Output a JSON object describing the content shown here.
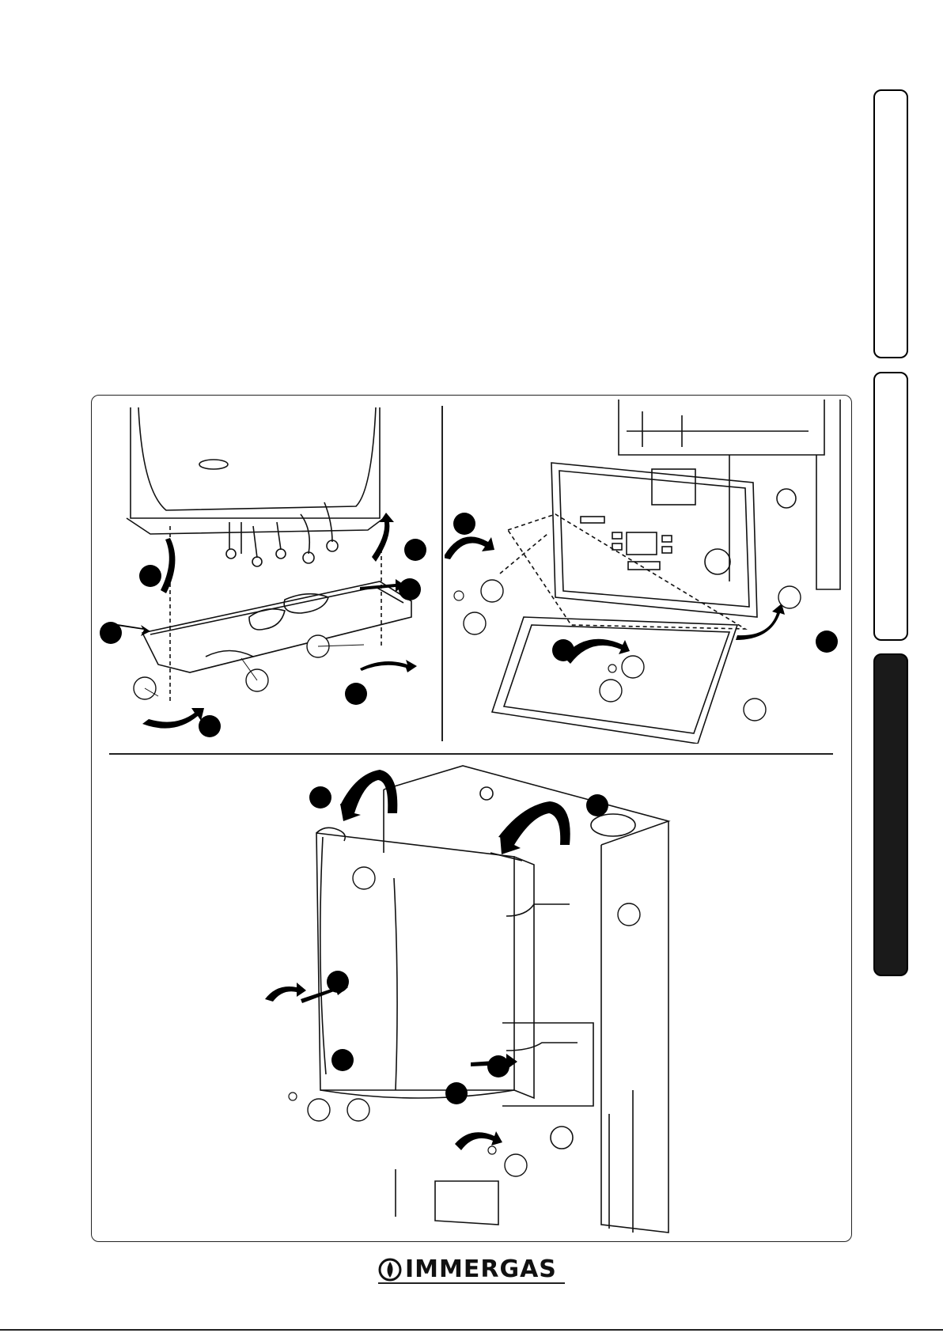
{
  "brand": {
    "logo_text": "IMMERGAS",
    "logo_icon": "immergas-flame-icon"
  },
  "side_tabs": [
    {
      "name": "tab-1",
      "state": "inactive"
    },
    {
      "name": "tab-2",
      "state": "inactive"
    },
    {
      "name": "tab-3",
      "state": "active"
    }
  ],
  "figure": {
    "panels": [
      {
        "name": "panel-lower-cover-removal",
        "arrows": 6,
        "callouts": 3
      },
      {
        "name": "panel-control-panel-rotation",
        "arrows": 4,
        "callouts": 6
      },
      {
        "name": "panel-front-casing-removal",
        "arrows": 7,
        "callouts": 6
      }
    ],
    "colors": {
      "ink": "#000000",
      "paper": "#ffffff",
      "line": "#222222"
    }
  }
}
